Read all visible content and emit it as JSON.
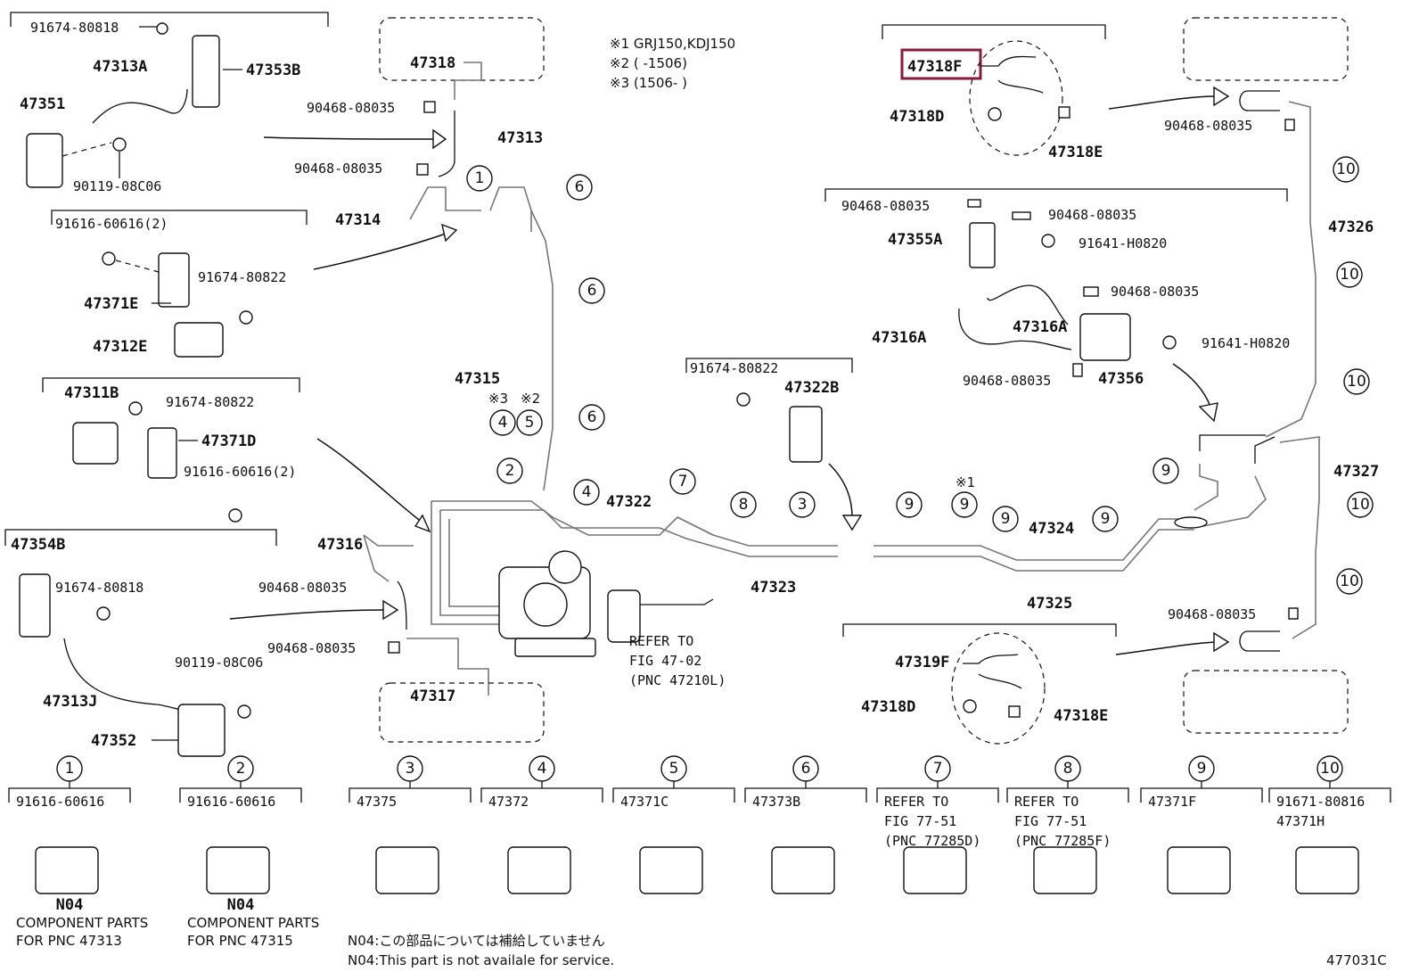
{
  "footnotes": {
    "n1": "※1 GRJ150,KDJ150",
    "n2": "※2 (      -1506)",
    "n3": "※3 (1506-      )",
    "n3_mark": "※3",
    "n2_mark": "※2",
    "n1_mark": "※1"
  },
  "figure_id": "477031C",
  "service_note_jp": "N04:この部品については補給していません",
  "service_note_en": "N04:This part is not availale for service.",
  "highlight_part": "47318F",
  "labels": {
    "p91674_80818_a": "91674-80818",
    "p47313A": "47313A",
    "p47353B": "47353B",
    "p47351": "47351",
    "p90119_08C06_a": "90119-08C06",
    "p91616_60616_2a": "91616-60616(2)",
    "p91674_80822_a": "91674-80822",
    "p47371E": "47371E",
    "p47312E": "47312E",
    "p47311B": "47311B",
    "p91674_80822_b": "91674-80822",
    "p47371D": "47371D",
    "p91616_60616_2b": "91616-60616(2)",
    "p47354B": "47354B",
    "p91674_80818_b": "91674-80818",
    "p90119_08C06_b": "90119-08C06",
    "p47313J": "47313J",
    "p47352": "47352",
    "p47318": "47318",
    "p90468_08035_a": "90468-08035",
    "p90468_08035_b": "90468-08035",
    "p47313": "47313",
    "p47314": "47314",
    "p47315": "47315",
    "p47316": "47316",
    "p90468_08035_c": "90468-08035",
    "p90468_08035_d": "90468-08035",
    "p47317": "47317",
    "p47322": "47322",
    "p47323": "47323",
    "refer_1": "REFER TO",
    "refer_2": "FIG 47-02",
    "refer_3": "(PNC 47210L)",
    "p91674_80822_c": "91674-80822",
    "p47322B": "47322B",
    "p47324": "47324",
    "p47325": "47325",
    "p47318F": "47318F",
    "p47318D_a": "47318D",
    "p47318E_a": "47318E",
    "p90468_08035_e": "90468-08035",
    "p47326": "47326",
    "p90468_08035_f": "90468-08035",
    "p90468_08035_g": "90468-08035",
    "p47355A": "47355A",
    "p91641_H0820_a": "91641-H0820",
    "p90468_08035_h": "90468-08035",
    "p47316A_a": "47316A",
    "p47316A_b": "47316A",
    "p91641_H0820_b": "91641-H0820",
    "p90468_08035_i": "90468-08035",
    "p47356": "47356",
    "p47327": "47327",
    "p90468_08035_j": "90468-08035",
    "p47319F": "47319F",
    "p47318D_b": "47318D",
    "p47318E_b": "47318E"
  },
  "callouts": [
    "1",
    "2",
    "3",
    "4",
    "5",
    "6",
    "7",
    "8",
    "9",
    "10"
  ],
  "bottom_panels": [
    {
      "num": "1",
      "line1": "91616-60616",
      "code": "N04",
      "desc1": "COMPONENT PARTS",
      "desc2": "FOR PNC 47313"
    },
    {
      "num": "2",
      "line1": "91616-60616",
      "code": "N04",
      "desc1": "COMPONENT PARTS",
      "desc2": "FOR PNC 47315"
    },
    {
      "num": "3",
      "line1": "47375"
    },
    {
      "num": "4",
      "line1": "47372"
    },
    {
      "num": "5",
      "line1": "47371C"
    },
    {
      "num": "6",
      "line1": "47373B"
    },
    {
      "num": "7",
      "line1": "REFER TO",
      "line2": "FIG 77-51",
      "line3": "(PNC 77285D)"
    },
    {
      "num": "8",
      "line1": "REFER TO",
      "line2": "FIG 77-51",
      "line3": "(PNC 77285F)"
    },
    {
      "num": "9",
      "line1": "47371F"
    },
    {
      "num": "10",
      "line1": "91671-80816",
      "line2": "47371H"
    }
  ]
}
